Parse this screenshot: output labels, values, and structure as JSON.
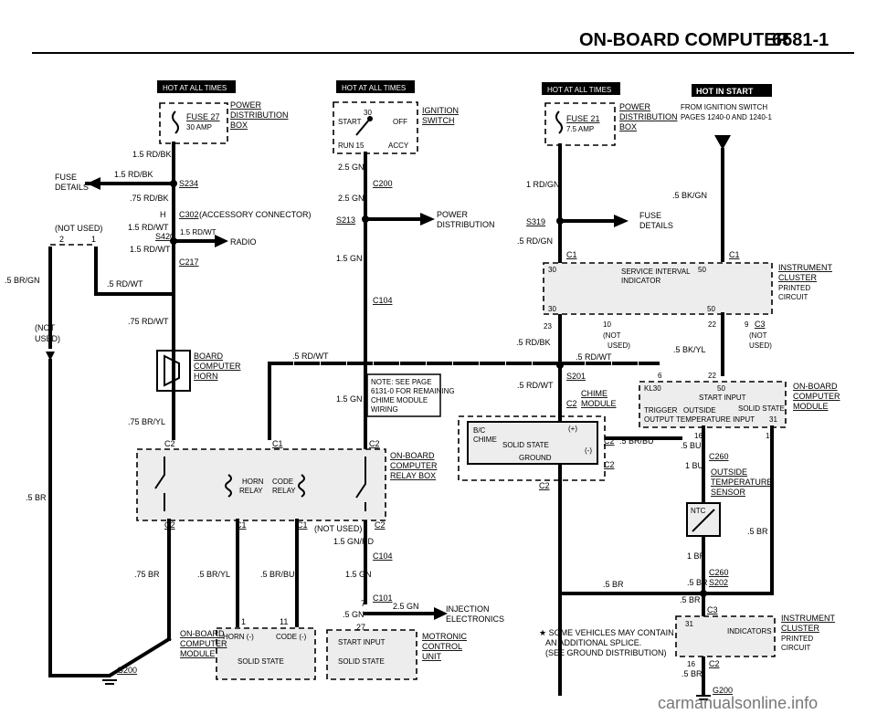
{
  "header": {
    "title": "ON-BOARD COMPUTER",
    "page": "6581-1"
  },
  "tags": {
    "hot1": "HOT AT ALL TIMES",
    "hot2": "HOT AT ALL TIMES",
    "hot3": "HOT AT ALL TIMES",
    "hot_start": "HOT IN START"
  },
  "fuse27": {
    "name": "FUSE 27",
    "amp": "30 AMP",
    "box": [
      "POWER",
      "DISTRIBUTION",
      "BOX"
    ]
  },
  "fuse21": {
    "name": "FUSE 21",
    "amp": "7.5 AMP",
    "box": [
      "POWER",
      "DISTRIBUTION",
      "BOX"
    ]
  },
  "ignition": {
    "title": [
      "IGNITION",
      "SWITCH"
    ],
    "start": "START",
    "off": "OFF",
    "run": "RUN 15",
    "accy": "ACCY",
    "p30": "30"
  },
  "from_ign": [
    "FROM IGNITION SWITCH",
    "PAGES 1240-0 AND 1240-1"
  ],
  "left": {
    "w1": "1.5 RD/BK",
    "fuse_details": [
      "FUSE",
      "DETAILS"
    ],
    "w2": "1.5 RD/BK",
    "s234": "S234",
    "w3": ".75 RD/BK",
    "c302": "C302",
    "acc_conn": "(ACCESSORY CONNECTOR)",
    "not_used": "(NOT USED)",
    "w4": "1.5 RD/WT",
    "s420": "S420",
    "w5": "1.5 RD/WT",
    "radio": "RADIO",
    "w6": "1.5 RD/WT",
    "c217": "C217",
    "br": ".5 BR/GN",
    "w7": ".5 RD/WT",
    "w8": ".75 RD/WT",
    "not_used2": [
      "(NOT",
      "USED)"
    ],
    "horn": [
      "BOARD",
      "COMPUTER",
      "HORN"
    ],
    "w9": ".75 BR/YL",
    "br2": ".5 BR",
    "pin2": "2",
    "pin1": "1",
    "h": "H"
  },
  "mid": {
    "w1": "2.5 GN",
    "c200": "C200",
    "w2": "2.5 GN",
    "s213": "S213",
    "pd": [
      "POWER",
      "DISTRIBUTION"
    ],
    "w3": "1.5 GN",
    "c104": "C104",
    "w4": ".5 RD/WT",
    "w5": "1.5 GN"
  },
  "note": [
    "NOTE: SEE PAGE",
    "6131-0 FOR REMAINING",
    "CHIME MODULE",
    "WIRING"
  ],
  "relay": {
    "title": [
      "ON-BOARD",
      "COMPUTER",
      "RELAY BOX"
    ],
    "horn": [
      "HORN",
      "RELAY"
    ],
    "code": [
      "CODE",
      "RELAY"
    ]
  },
  "bottom": {
    "c2a": "C2",
    "c1a": "C1",
    "c2b": "C2",
    "c2c": "C2",
    "c1b": "C1",
    "c1c": "C1",
    "c2d": "C2",
    "not_used": "(NOT USED)",
    "w_gnrd": "1.5 GN/RD",
    "c104": "C104",
    "w_gn": "1.5 GN",
    "c101": "C101",
    "w_gn5": ".5 GN",
    "w_gn25": "2.5 GN",
    "inj": [
      "INJECTION",
      "ELECTRONICS"
    ],
    "w_75br": ".75 BR",
    "w_bryl": ".5 BR/YL",
    "w_brbu": ".5 BR/BU",
    "obc": [
      "ON-BOARD",
      "COMPUTER",
      "MODULE"
    ],
    "horn_minus": "HORN (-)",
    "code_minus": "CODE (-)",
    "solid_state": "SOLID STATE",
    "start_input": "START INPUT",
    "solid_state2": "SOLID STATE",
    "motronic": [
      "MOTRONIC",
      "CONTROL",
      "UNIT"
    ],
    "g200": "G200",
    "p1": "1",
    "p11": "11",
    "p7": "7",
    "p27": "27",
    "p1b": "1"
  },
  "right": {
    "w1": "1 RD/GN",
    "s319": "S319",
    "fd": [
      "FUSE",
      "DETAILS"
    ],
    "w2": ".5 RD/GN",
    "w3": ".5 BK/GN",
    "c1a": "C1",
    "c1b": "C1",
    "ic": [
      "INSTRUMENT",
      "CLUSTER",
      "PRINTED",
      "CIRCUIT"
    ],
    "svc": [
      "SERVICE INTERVAL",
      "INDICATOR"
    ],
    "p30": "30",
    "p50": "50",
    "p23": "23",
    "p10": "10",
    "p22": "22",
    "p9": "9",
    "c3": "C3",
    "not_used": [
      "(NOT",
      "USED)"
    ],
    "w_rdbk": ".5 RD/BK",
    "w_bkyl": ".5 BK/YL",
    "w_rdwt": ".5 RD/WT",
    "w_rdwt2": ".5 RD/WT",
    "s201": "S201",
    "chime": [
      "CHIME",
      "MODULE"
    ],
    "c2": "C2",
    "bc": "B/C",
    "chime_txt": "CHIME",
    "ss": "SOLID STATE",
    "gnd": "GROUND",
    "plus": "(+)",
    "minus": "(-)",
    "c2b": "C2",
    "c2c": "C2",
    "w_brbu": ".5 BR/BU",
    "w_bu": ".5 BU",
    "kl30": "KL30",
    "p50b": "50",
    "start_input": "START INPUT",
    "trigger": "TRIGGER",
    "outside": "OUTSIDE",
    "solid": "SOLID STATE",
    "output": "OUTPUT",
    "temp_in": "TEMPERATURE INPUT",
    "p31": "31",
    "obm": [
      "ON-BOARD",
      "COMPUTER",
      "MODULE"
    ],
    "p16": "16",
    "p10b": "10",
    "p6": "6",
    "p22b": "22",
    "c260": "C260",
    "w_1bu": "1 BU",
    "ots": [
      "OUTSIDE",
      "TEMPERATURE",
      "SENSOR"
    ],
    "ntc": "NTC",
    "w_br": ".5 BR",
    "w_1br": "1 BR",
    "c260b": "C260",
    "s202": "S202",
    "w_br2": ".5 BR",
    "w_br3": ".5 BR",
    "w_br4": ".5 BR",
    "c3b": "C3",
    "ic2": [
      "INSTRUMENT",
      "CLUSTER",
      "PRINTED",
      "CIRCUIT"
    ],
    "indicators": "INDICATORS",
    "p31b": "31",
    "p16b": "16",
    "c2d": "C2",
    "w_br5": ".5 BR",
    "g200": "G200",
    "star_note": [
      "★ SOME VEHICLES MAY CONTAIN",
      "AN ADDITIONAL SPLICE.",
      "(SEE GROUND DISTRIBUTION)"
    ]
  },
  "footer": {
    "watermark": "carmanualsonline.info"
  }
}
